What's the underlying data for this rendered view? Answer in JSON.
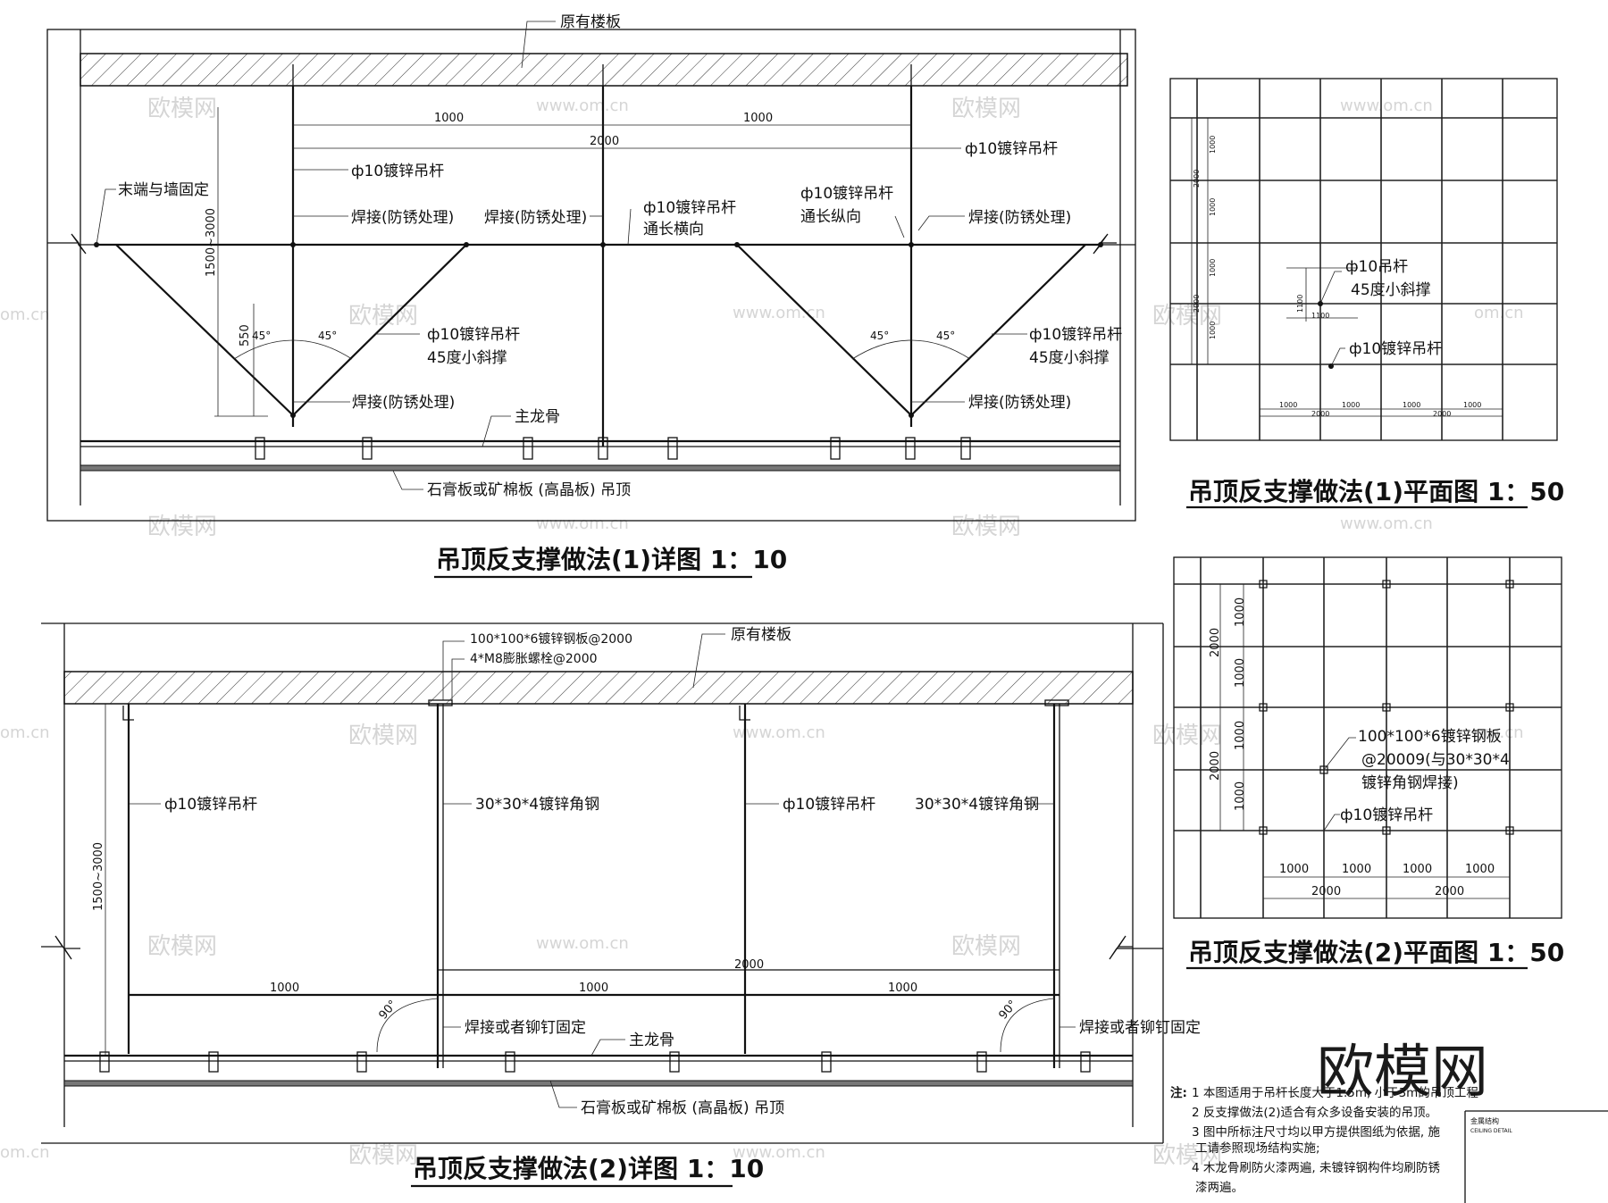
{
  "watermark": {
    "brand": "欧模网",
    "url": "www.om.cn",
    "short": "om.cn"
  },
  "logo": {
    "text": "欧模网"
  },
  "detail1": {
    "title": "吊顶反支撑做法(1)详图 1：10",
    "labels": {
      "slab": "原有楼板",
      "wall_fix": "末端与墙固定",
      "rod_right": "ф10镀锌吊杆",
      "rod_left": "ф10镀锌吊杆",
      "weld_left": "焊接(防锈处理)",
      "weld_mid": "焊接(防锈处理)",
      "rod_trans_1": "ф10镀锌吊杆",
      "rod_trans_2": "通长横向",
      "rod_long_1": "ф10镀锌吊杆",
      "rod_long_2": "通长纵向",
      "weld_right": "焊接(防锈处理)",
      "brace_left_1": "ф10镀锌吊杆",
      "brace_left_2": "45度小斜撑",
      "brace_right_1": "ф10镀锌吊杆",
      "brace_right_2": "45度小斜撑",
      "weld_bot_left": "焊接(防锈处理)",
      "weld_bot_right": "焊接(防锈处理)",
      "main_keel": "主龙骨",
      "board": "石膏板或矿棉板 (高晶板) 吊顶"
    },
    "dims": {
      "span_left": "1000",
      "span_right": "1000",
      "span_total": "2000",
      "height": "1500~3000",
      "brace_h": "550",
      "angle1": "45°",
      "angle2": "45°",
      "angle3": "45°",
      "angle4": "45°"
    }
  },
  "plan1": {
    "title": "吊顶反支撑做法(1)平面图 1：50",
    "labels": {
      "rod": "ф10吊杆",
      "brace": "45度小斜撑",
      "rod2": "ф10镀锌吊杆"
    },
    "dims": {
      "v1": "1000",
      "v2": "1000",
      "v3": "1000",
      "v4": "1000",
      "v_total1": "2000",
      "v_total2": "2000",
      "h1": "1000",
      "h2": "1000",
      "h3": "1000",
      "h4": "1000",
      "h_total1": "2000",
      "h_total2": "2000",
      "bh": "1100",
      "bv": "1100"
    }
  },
  "detail2": {
    "title": "吊顶反支撑做法(2)详图 1：10",
    "labels": {
      "plate": "100*100*6镀锌钢板@2000",
      "bolt": "4*M8膨胀螺栓@2000",
      "slab": "原有楼板",
      "rod1": "ф10镀锌吊杆",
      "angle1": "30*30*4镀锌角钢",
      "rod2": "ф10镀锌吊杆",
      "angle2": "30*30*4镀锌角钢",
      "fix_left": "焊接或者铆钉固定",
      "fix_right": "焊接或者铆钉固定",
      "main_keel": "主龙骨",
      "board": "石膏板或矿棉板 (高晶板) 吊顶"
    },
    "dims": {
      "height": "1500~3000",
      "d1": "1000",
      "d2": "1000",
      "d3": "1000",
      "total": "2000",
      "deg1": "90°",
      "deg2": "90°"
    }
  },
  "plan2": {
    "title": "吊顶反支撑做法(2)平面图 1：50",
    "labels": {
      "plate_1": "100*100*6镀锌钢板",
      "plate_2": "@20009(与30*30*4",
      "plate_3": "镀锌角钢焊接)",
      "rod": "ф10镀锌吊杆"
    },
    "dims": {
      "v1": "1000",
      "v2": "1000",
      "v3": "1000",
      "v4": "1000",
      "vt1": "2000",
      "vt2": "2000",
      "h1": "1000",
      "h2": "1000",
      "h3": "1000",
      "h4": "1000",
      "ht1": "2000",
      "ht2": "2000"
    }
  },
  "notes": {
    "head": "注:",
    "n1": "1 本图适用于吊杆长度大于1.5m, 小于3m的吊顶工程",
    "n2": "2 反支撑做法(2)适合有众多设备安装的吊顶。",
    "n3a": "3 图中所标注尺寸均以甲方提供图纸为依据, 施",
    "n3b": "工请参照现场结构实施;",
    "n4a": "4 木龙骨刷防火漆两遍, 未镀锌钢构件均刷防锈",
    "n4b": "漆两遍。"
  },
  "stamp": {
    "line1": "金属结构",
    "line2": "CEILING DETAIL"
  }
}
